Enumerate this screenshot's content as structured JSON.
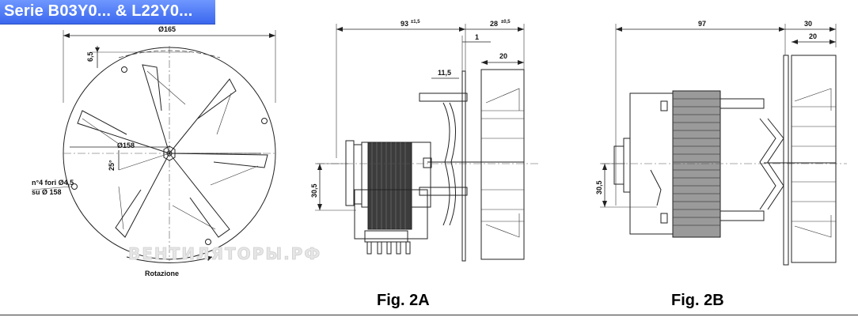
{
  "header": {
    "title": "Serie B03Y0... & L22Y0..."
  },
  "watermark": "ВЕНТИЛЯТОРЫ.РФ",
  "front_view": {
    "diameter_outer": "Ø165",
    "diameter_inner": "Ø158",
    "offset_top": "6,5",
    "angle": "25°",
    "holes_line1": "n°4 fori Ø4,5",
    "holes_line2": "su Ø 158",
    "rotation": "Rotazione"
  },
  "fig_2a": {
    "caption": "Fig. 2A",
    "length_main": "93",
    "length_main_tol": "±1,5",
    "flange": "1",
    "depth": "28",
    "depth_tol": "±0,5",
    "width_20": "20",
    "shaft_11_5": "11,5",
    "height_30_5": "30,5"
  },
  "fig_2b": {
    "caption": "Fig. 2B",
    "length_main": "97",
    "depth_30": "30",
    "width_20": "20",
    "height_30_5": "30,5"
  }
}
